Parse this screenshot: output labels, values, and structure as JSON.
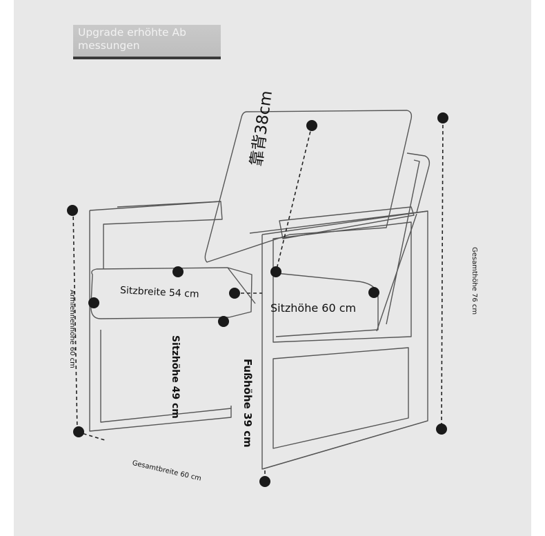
{
  "banner": {
    "line1": "Upgrade erhöhte Ab",
    "line2": "messungen"
  },
  "labels": {
    "backrest": "靠背38cm",
    "seat_width": "Sitzbreite 54 cm",
    "seat_height_inner": "Sitzhöhe 60 cm",
    "seat_height_side": "Sitzhöhe 49 cm",
    "foot_height": "Fußhöhe 39 cm",
    "armrest_height": "Armlehnenhöhe 60 cm",
    "total_width": "Gesamtbreite 60 cm",
    "total_height": "Gesamthöhe 76 cm"
  },
  "colors": {
    "background": "#e8e8e8",
    "outline": "#555555",
    "marker": "#1a1a1a"
  }
}
